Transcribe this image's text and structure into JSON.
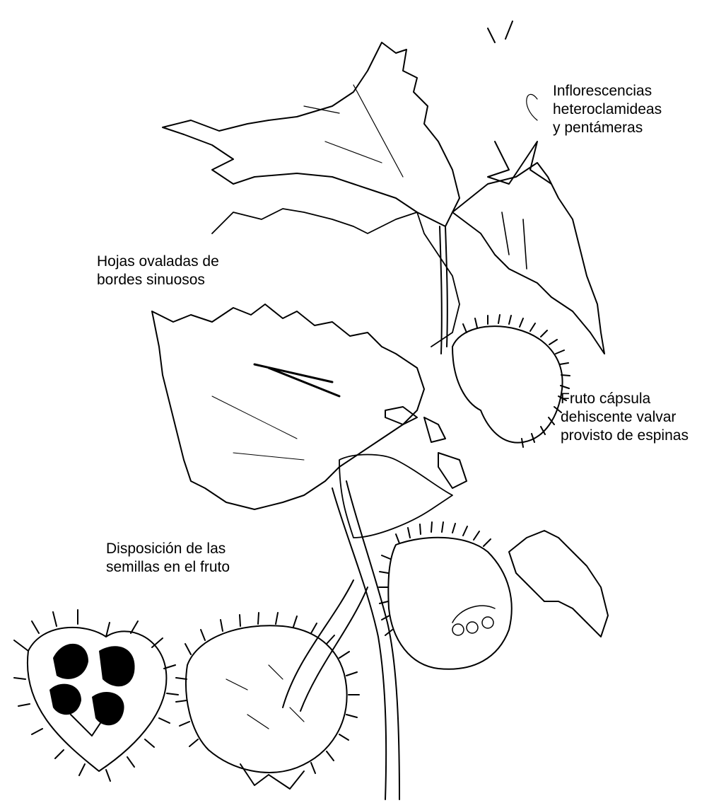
{
  "labels": {
    "inflorescence": {
      "lines": [
        "Inflorescencias",
        "heteroclamideas",
        "y pentámeras"
      ]
    },
    "leaves": {
      "lines": [
        "Hojas ovaladas de",
        "bordes sinuosos"
      ]
    },
    "fruit": {
      "lines": [
        "Fruto cápsula",
        "dehiscente valvar",
        "provisto de espinas"
      ]
    },
    "seeds": {
      "lines": [
        "Disposición de las",
        "semillas en el fruto"
      ]
    }
  },
  "colors": {
    "ink": "#000000",
    "background": "#ffffff"
  }
}
